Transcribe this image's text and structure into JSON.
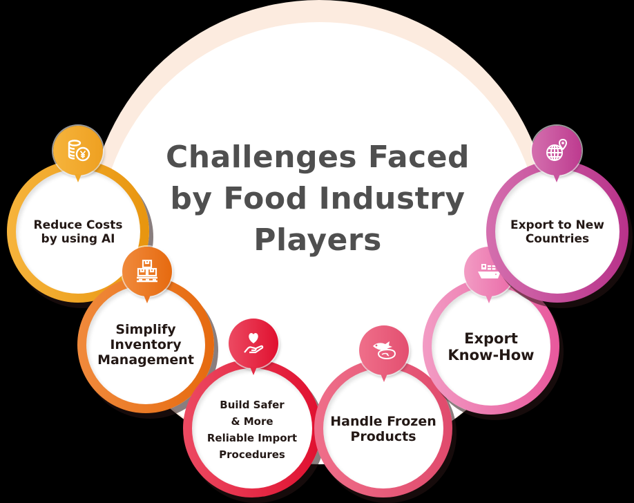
{
  "title": {
    "lines": [
      "Challenges Faced",
      "by Food Industry",
      "Players"
    ]
  },
  "colors": {
    "background": "#000000",
    "big_circle_ring": "#fcebdf",
    "big_circle_fill": "#ffffff",
    "title_text": "#4f4f4f",
    "label_text": "#231815"
  },
  "challenges": [
    {
      "lines": [
        "Reduce Costs",
        "by using AI"
      ],
      "icon": "coins-yen-icon",
      "color_start": "#f6b43c",
      "color_end": "#e8950e"
    },
    {
      "lines": [
        "Simplify",
        "Inventory",
        "Management"
      ],
      "icon": "boxes-pallet-icon",
      "color_start": "#f08a3c",
      "color_end": "#e66a0f"
    },
    {
      "lines": [
        "Build Safer",
        "& More",
        "Reliable Import",
        "Procedures"
      ],
      "icon": "heart-hand-icon",
      "color_start": "#ec4a62",
      "color_end": "#e0102f"
    },
    {
      "lines": [
        "Handle Frozen",
        "Products"
      ],
      "icon": "fish-meat-icon",
      "color_start": "#ef6f8a",
      "color_end": "#e04a6c"
    },
    {
      "lines": [
        "Export",
        "Know-How"
      ],
      "icon": "cargo-ship-icon",
      "color_start": "#f29cc4",
      "color_end": "#e8589c"
    },
    {
      "lines": [
        "Export to New",
        "Countries"
      ],
      "icon": "globe-pin-icon",
      "color_start": "#d46fae",
      "color_end": "#b8328a"
    }
  ]
}
